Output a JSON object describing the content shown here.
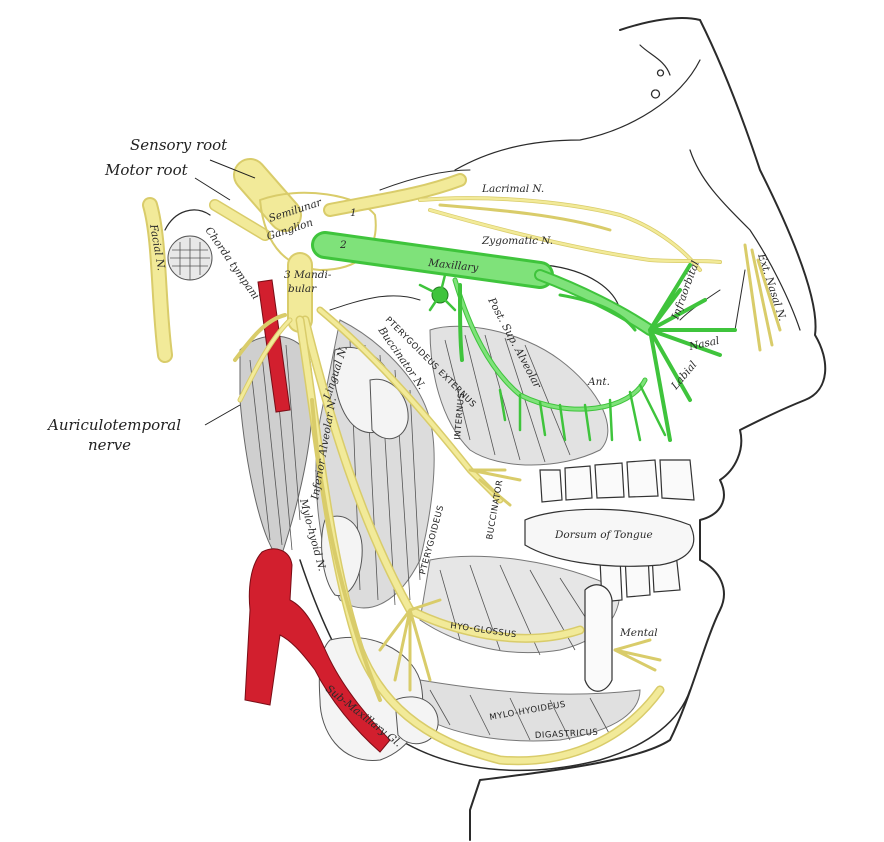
{
  "labels": {
    "sensory_root": "Sensory root",
    "motor_root": "Motor root",
    "auriculotemporal_line1": "Auriculotemporal",
    "auriculotemporal_line2": "nerve",
    "lacrimal": "Lacrimal N.",
    "zygomatic": "Zygomatic N.",
    "maxillary": "Maxillary",
    "semilunar_line1": "Semilunar",
    "semilunar_line2": "Ganglion",
    "mandibular_line1": "3 Mandi-",
    "mandibular_line2": "bular",
    "num_1": "1",
    "num_2": "2",
    "facial_n": "Facial N.",
    "chorda_tympani": "Chorda tympani",
    "lingual_n": "Lingual N.",
    "inferior_alveolar": "Inferior Alveolar N.",
    "buccinator_n": "Buccinator N.",
    "mylo_hyoid_n": "Mylo-hyoid N.",
    "infraorbital": "Infraorbital",
    "nasal": "Nasal",
    "labial": "Labial",
    "post_sup_alveolar": "Post. Sup. Alveolar",
    "ant": "Ant.",
    "dorsum_of_tongue": "Dorsum of Tongue",
    "mental": "Mental",
    "sub_maxillary_gl": "Sub-Maxillary Gl.",
    "ext_nasal": "Ext. Nasal N.",
    "pterygoideus_externus": "PTERYGOIDEUS EXTERNUS",
    "pterygoideus": "PTERYGOIDEUS",
    "internus": "INTERNUS",
    "buccinator": "BUCCINATOR",
    "hyo_glossus": "HYO-GLOSSUS",
    "mylo_hyoideus": "MYLO-HYOIDEUS",
    "digastricus": "DIGASTRICUS"
  },
  "colors": {
    "trigeminal_nerve": "#f2ea99",
    "maxillary_nerve": "#5ad454",
    "artery": "#d21f2e",
    "outline": "#2b2b2b"
  }
}
